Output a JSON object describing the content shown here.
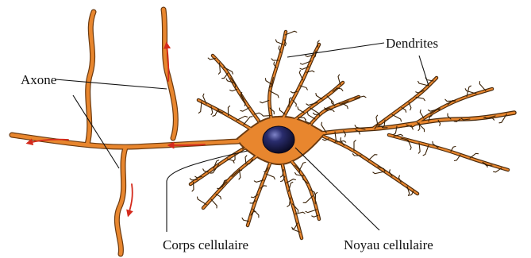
{
  "labels": {
    "axon": "Axone",
    "dendrites": "Dendrites",
    "cell_body": "Corps cellulaire",
    "nucleus": "Noyau cellulaire"
  },
  "colors": {
    "neuron_fill": "#e8862e",
    "neuron_outline": "#6b3a10",
    "nucleus": "#1a1a4a",
    "arrow": "#d42a1c",
    "background": "#ffffff"
  }
}
